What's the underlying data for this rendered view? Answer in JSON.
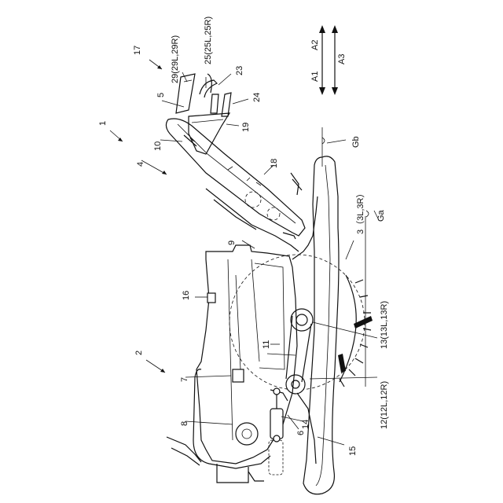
{
  "labels": {
    "l1": "1",
    "l2": "2",
    "l3": "3（3L,3R）",
    "l4": "4",
    "l5": "5",
    "l6": "6",
    "l7": "7",
    "l8": "8",
    "l9": "9",
    "l10": "10",
    "l11": "11",
    "l12": "12(12L,12R)",
    "l13": "13(13L,13R)",
    "l14": "14",
    "l15": "15",
    "l16": "16",
    "l17": "17",
    "l18": "18",
    "l19": "19",
    "l23": "23",
    "l24": "24",
    "l25": "25(25L,25R)",
    "l29": "29(29L,29R)",
    "ga": "Ga",
    "gb": "Gb",
    "a1": "A1",
    "a2": "A2",
    "a3": "A3"
  }
}
